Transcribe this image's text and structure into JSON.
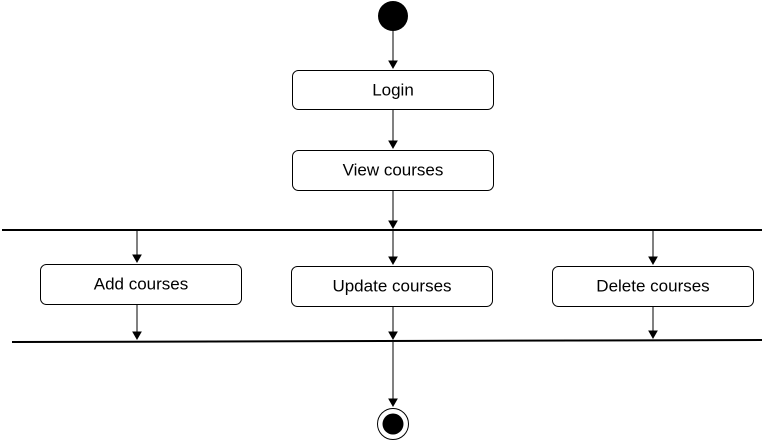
{
  "diagram": {
    "type": "activity",
    "nodes": [
      {
        "id": "login",
        "label": "Login"
      },
      {
        "id": "view",
        "label": "View courses"
      },
      {
        "id": "add",
        "label": "Add courses"
      },
      {
        "id": "update",
        "label": "Update courses"
      },
      {
        "id": "delete",
        "label": "Delete courses"
      }
    ],
    "edges": [
      {
        "from": "start",
        "to": "login"
      },
      {
        "from": "login",
        "to": "view"
      },
      {
        "from": "view",
        "to": "fork"
      },
      {
        "from": "fork",
        "to": "add"
      },
      {
        "from": "fork",
        "to": "update"
      },
      {
        "from": "fork",
        "to": "delete"
      },
      {
        "from": "add",
        "to": "join"
      },
      {
        "from": "update",
        "to": "join"
      },
      {
        "from": "delete",
        "to": "join"
      },
      {
        "from": "join",
        "to": "end"
      }
    ]
  }
}
